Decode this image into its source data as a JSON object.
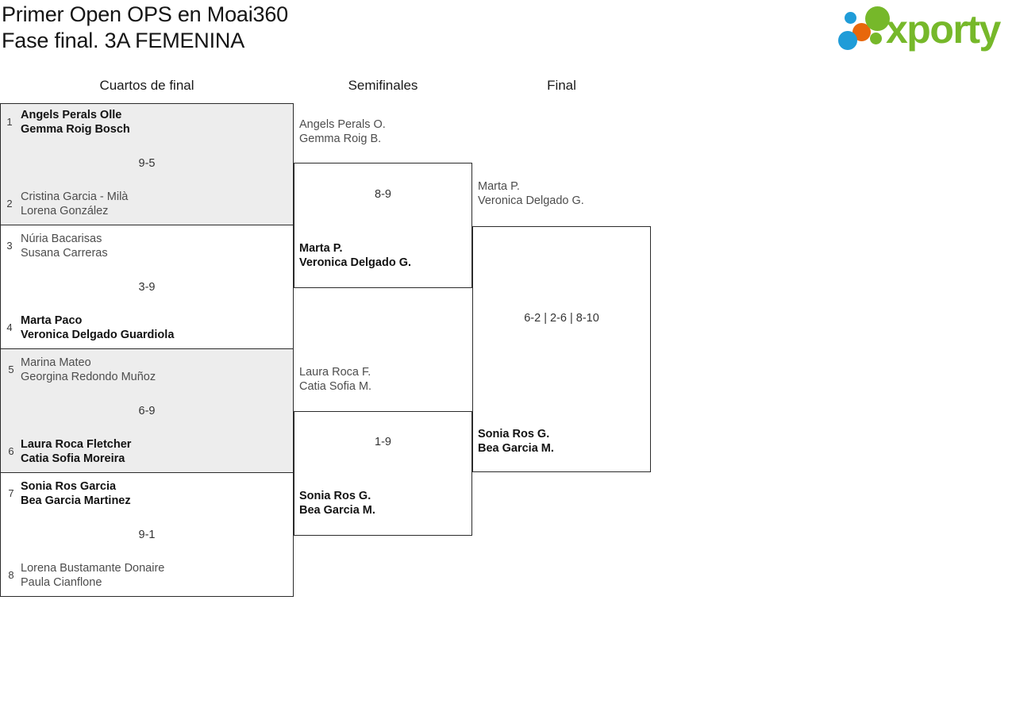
{
  "header": {
    "title_line1": "Primer Open OPS en Moai360",
    "title_line2": "Fase final. 3A FEMENINA",
    "logo_text": "xporty",
    "logo_colors": {
      "green": "#76b82a",
      "blue": "#1f9cd8",
      "orange": "#e8670b"
    }
  },
  "rounds": [
    {
      "label": "Cuartos de final"
    },
    {
      "label": "Semifinales"
    },
    {
      "label": "Final"
    }
  ],
  "bracket": {
    "quarterfinals": [
      {
        "score": "9-5",
        "shaded": true,
        "top": {
          "seed": "1",
          "player1": "Angels Perals Olle",
          "player2": "Gemma Roig Bosch",
          "winner": true
        },
        "bottom": {
          "seed": "2",
          "player1": "Cristina Garcia - Milà",
          "player2": "Lorena González",
          "winner": false
        }
      },
      {
        "score": "3-9",
        "shaded": false,
        "top": {
          "seed": "3",
          "player1": "Núria Bacarisas",
          "player2": "Susana Carreras",
          "winner": false
        },
        "bottom": {
          "seed": "4",
          "player1": "Marta Paco",
          "player2": "Veronica Delgado Guardiola",
          "winner": true
        }
      },
      {
        "score": "6-9",
        "shaded": true,
        "top": {
          "seed": "5",
          "player1": "Marina Mateo",
          "player2": "Georgina Redondo Muñoz",
          "winner": false
        },
        "bottom": {
          "seed": "6",
          "player1": "Laura Roca Fletcher",
          "player2": "Catia Sofia Moreira",
          "winner": true
        }
      },
      {
        "score": "9-1",
        "shaded": false,
        "top": {
          "seed": "7",
          "player1": "Sonia Ros Garcia",
          "player2": "Bea Garcia Martinez",
          "winner": true
        },
        "bottom": {
          "seed": "8",
          "player1": "Lorena Bustamante Donaire",
          "player2": "Paula Cianflone",
          "winner": false
        }
      }
    ],
    "semifinals": [
      {
        "score": "8-9",
        "top": {
          "player1": "Angels Perals O.",
          "player2": "Gemma Roig B.",
          "winner": false
        },
        "bottom": {
          "player1": "Marta P.",
          "player2": "Veronica Delgado G.",
          "winner": true
        }
      },
      {
        "score": "1-9",
        "top": {
          "player1": "Laura Roca F.",
          "player2": "Catia Sofia M.",
          "winner": false
        },
        "bottom": {
          "player1": "Sonia Ros G.",
          "player2": "Bea Garcia M.",
          "winner": true
        }
      }
    ],
    "final": {
      "score": "6-2 | 2-6 | 8-10",
      "top": {
        "player1": "Marta P.",
        "player2": "Veronica Delgado G.",
        "winner": false
      },
      "bottom": {
        "player1": "Sonia Ros G.",
        "player2": "Bea Garcia M.",
        "winner": true
      }
    }
  }
}
